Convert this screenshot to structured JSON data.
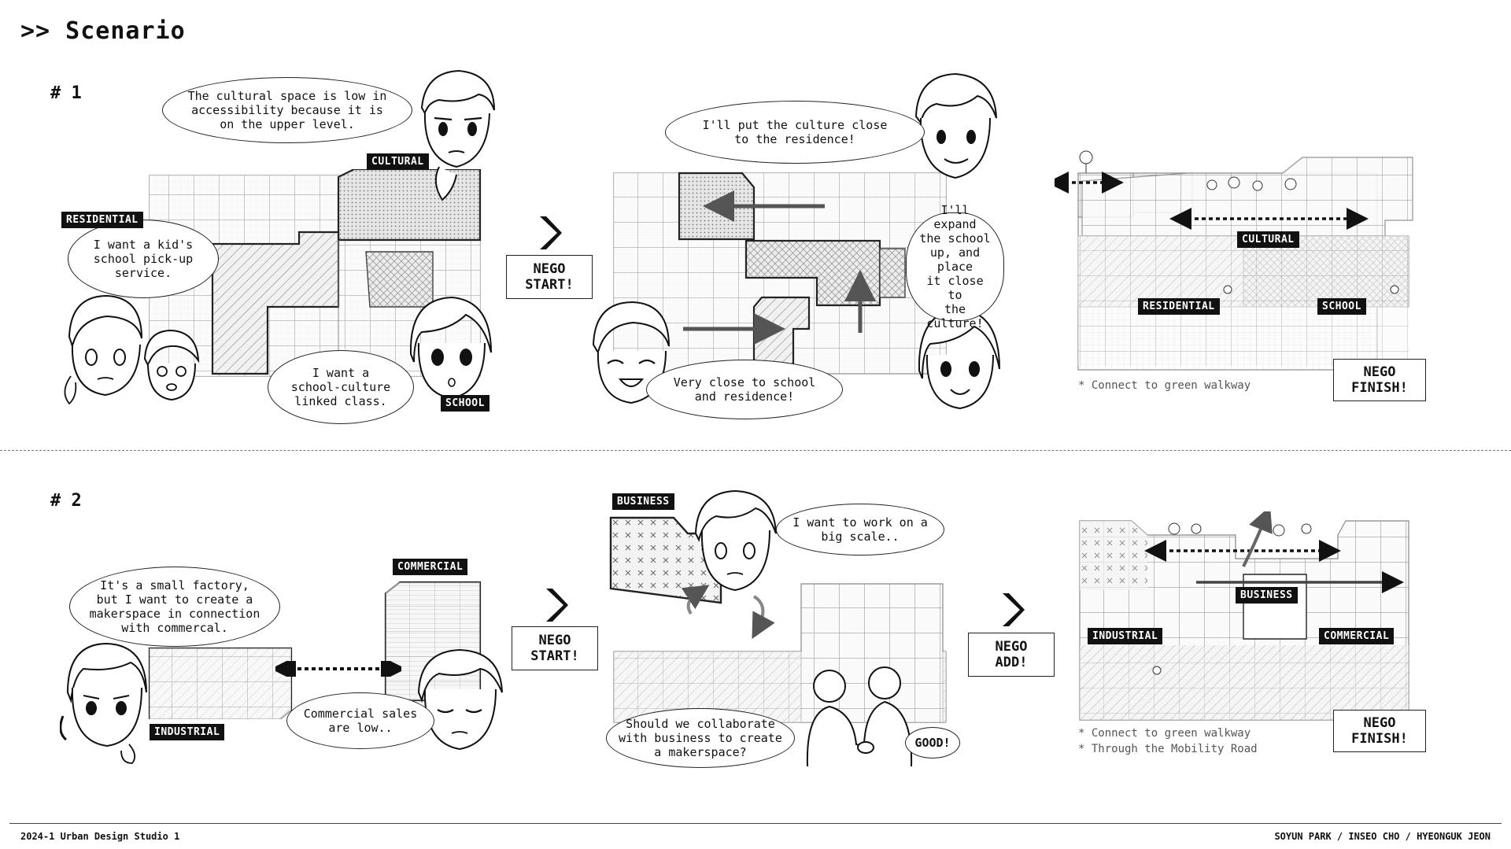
{
  "header": {
    "title": ">> Scenario"
  },
  "scenarios": [
    {
      "number": "# 1"
    },
    {
      "number": "# 2"
    }
  ],
  "s1": {
    "bubbles": {
      "cultural": "The cultural space is low in\naccessibility because it is\non the upper level.",
      "residential": "I want a kid's\nschool pick-up\nservice.",
      "school": "I want a\nschool-culture\nlinked class.",
      "culture_close": "I'll put the culture close\nto the residence!",
      "expand_school": "I'll expand\nthe school\nup, and place\nit close to\nthe culture!",
      "very_close": "Very close to school\nand residence!"
    },
    "tags": {
      "cultural": "CULTURAL",
      "residential": "RESIDENTIAL",
      "school": "SCHOOL",
      "cultural_final": "CULTURAL",
      "residential_final": "RESIDENTIAL",
      "school_final": "SCHOOL"
    },
    "nego_start": "NEGO\nSTART!",
    "nego_finish": "NEGO\nFINISH!",
    "note": "* Connect to green walkway"
  },
  "s2": {
    "bubbles": {
      "factory": "It's a small factory,\nbut I want to create a\nmakerspace in connection\nwith commercal.",
      "commercial": "Commercial sales\nare low..",
      "big_scale": "I want to work on a\nbig scale..",
      "collaborate": "Should we collaborate\nwith business to create\na makerspace?",
      "good": "GOOD!"
    },
    "tags": {
      "commercial": "COMMERCIAL",
      "industrial": "INDUSTRIAL",
      "business": "BUSINESS",
      "business_final": "BUSINESS",
      "industrial_final": "INDUSTRIAL",
      "commercial_final": "COMMERCIAL"
    },
    "nego_start": "NEGO\nSTART!",
    "nego_add": "NEGO\nADD!",
    "nego_finish": "NEGO\nFINISH!",
    "note": "* Connect to green walkway\n* Through the Mobility Road"
  },
  "footer": {
    "left": "2024-1 Urban Design Studio 1",
    "right": "SOYUN PARK / INSEO CHO / HYEONGUK JEON"
  }
}
